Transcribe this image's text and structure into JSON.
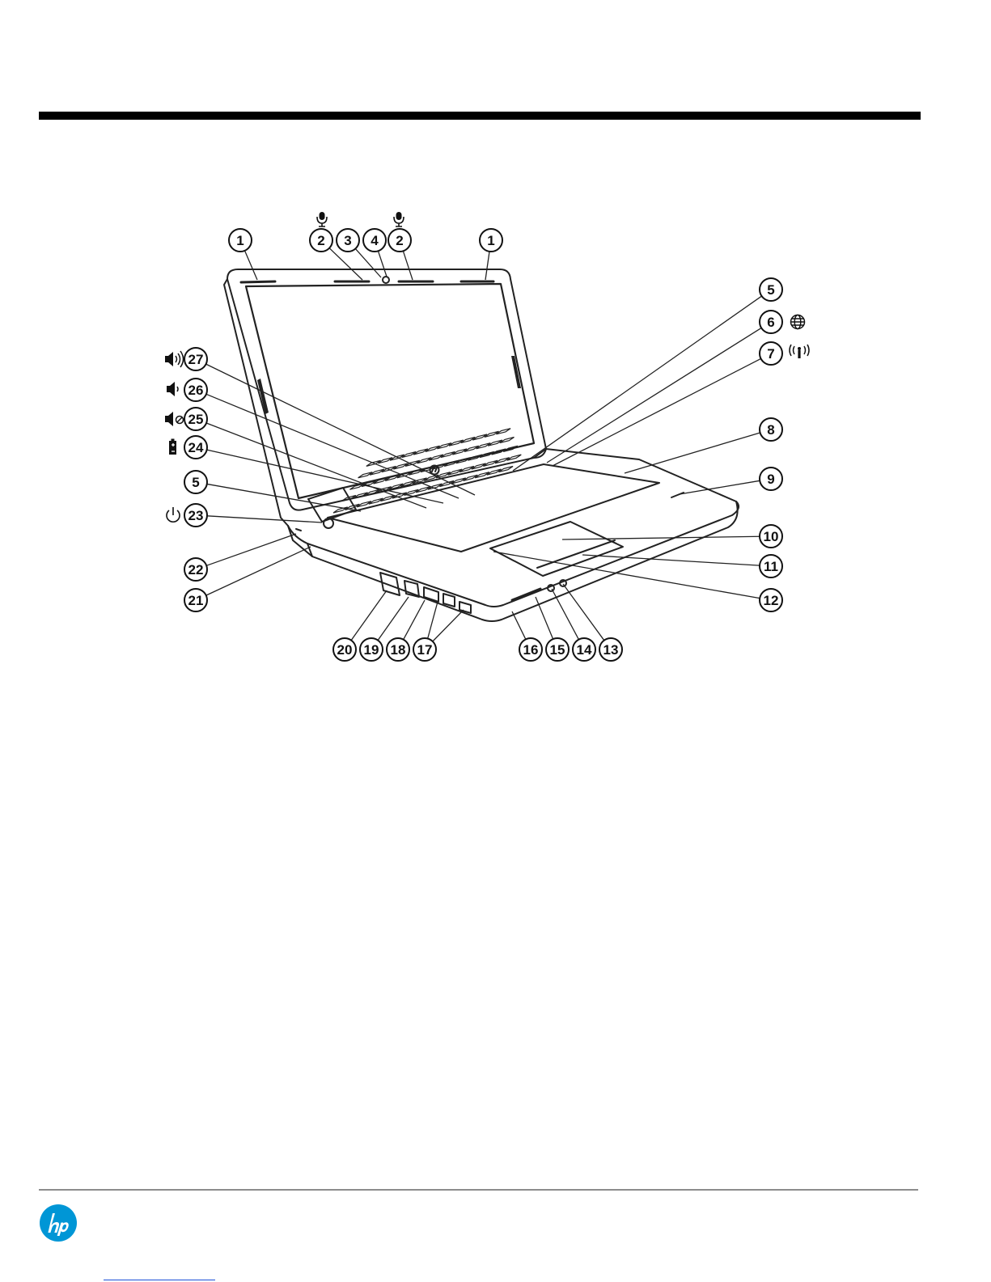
{
  "callouts": [
    {
      "n": "1"
    },
    {
      "n": "2"
    },
    {
      "n": "3"
    },
    {
      "n": "4"
    },
    {
      "n": "2"
    },
    {
      "n": "1"
    },
    {
      "n": "5"
    },
    {
      "n": "6"
    },
    {
      "n": "7"
    },
    {
      "n": "8"
    },
    {
      "n": "9"
    },
    {
      "n": "10"
    },
    {
      "n": "11"
    },
    {
      "n": "12"
    },
    {
      "n": "13"
    },
    {
      "n": "14"
    },
    {
      "n": "15"
    },
    {
      "n": "16"
    },
    {
      "n": "17"
    },
    {
      "n": "18"
    },
    {
      "n": "19"
    },
    {
      "n": "20"
    },
    {
      "n": "21"
    },
    {
      "n": "22"
    },
    {
      "n": "23"
    },
    {
      "n": "5"
    },
    {
      "n": "24"
    },
    {
      "n": "25"
    },
    {
      "n": "26"
    },
    {
      "n": "27"
    }
  ],
  "icons": {
    "microphone": "microphone-icon",
    "globe": "globe-icon",
    "wireless": "wireless-icon",
    "volume_up": "volume-up-icon",
    "volume_down": "volume-down-icon",
    "mute": "mute-icon",
    "battery": "battery-icon",
    "power": "power-icon"
  },
  "colors": {
    "rule": "#000000",
    "logo": "#0096d6",
    "link": "#1a4fd6"
  }
}
